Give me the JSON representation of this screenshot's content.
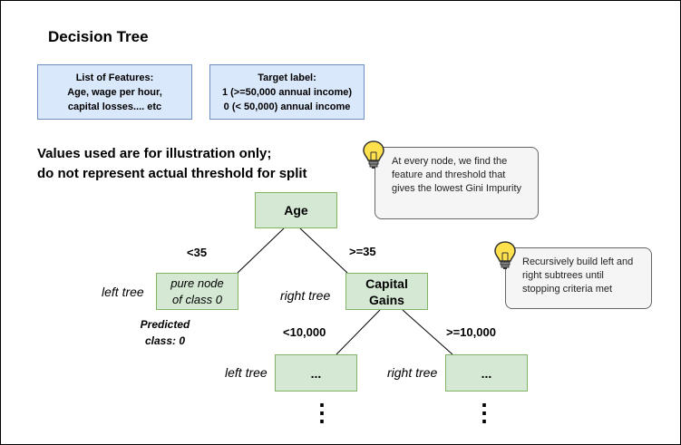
{
  "title": "Decision Tree",
  "features_box": {
    "lines": [
      "List of Features:",
      "Age, wage per hour,",
      "capital losses.... etc"
    ]
  },
  "target_box": {
    "lines": [
      "Target label:",
      "1 (>=50,000 annual income)",
      "0 (< 50,000) annual income"
    ]
  },
  "disclaimer": {
    "lines": [
      "Values used are for illustration only;",
      "do not represent actual threshold for split"
    ]
  },
  "notes": [
    {
      "text": "At every node, we find the feature and threshold that gives the lowest Gini Impurity",
      "icon": "lightbulb-icon"
    },
    {
      "text": "Recursively build left and right subtrees until stopping criteria met",
      "icon": "lightbulb-icon"
    }
  ],
  "nodes": {
    "age": "Age",
    "pure_node": [
      "pure node",
      "of class 0"
    ],
    "capital_gains": [
      "Capital",
      "Gains"
    ],
    "left_leaf": "...",
    "right_leaf": "..."
  },
  "edge_labels": {
    "age_left": "<35",
    "age_right": ">=35",
    "cg_left": "<10,000",
    "cg_right": ">=10,000"
  },
  "side_labels": {
    "age_left": "left tree",
    "age_right": "right tree",
    "cg_left": "left tree",
    "cg_right": "right tree"
  },
  "predicted": [
    "Predicted",
    "class: 0"
  ],
  "continuation": "⋮",
  "colors": {
    "info_fill": "#dae8fc",
    "info_stroke": "#6c8ebf",
    "node_fill": "#d5e8d4",
    "node_stroke": "#82b366",
    "note_fill": "#f5f5f5",
    "bulb_fill": "#ffe14d"
  }
}
